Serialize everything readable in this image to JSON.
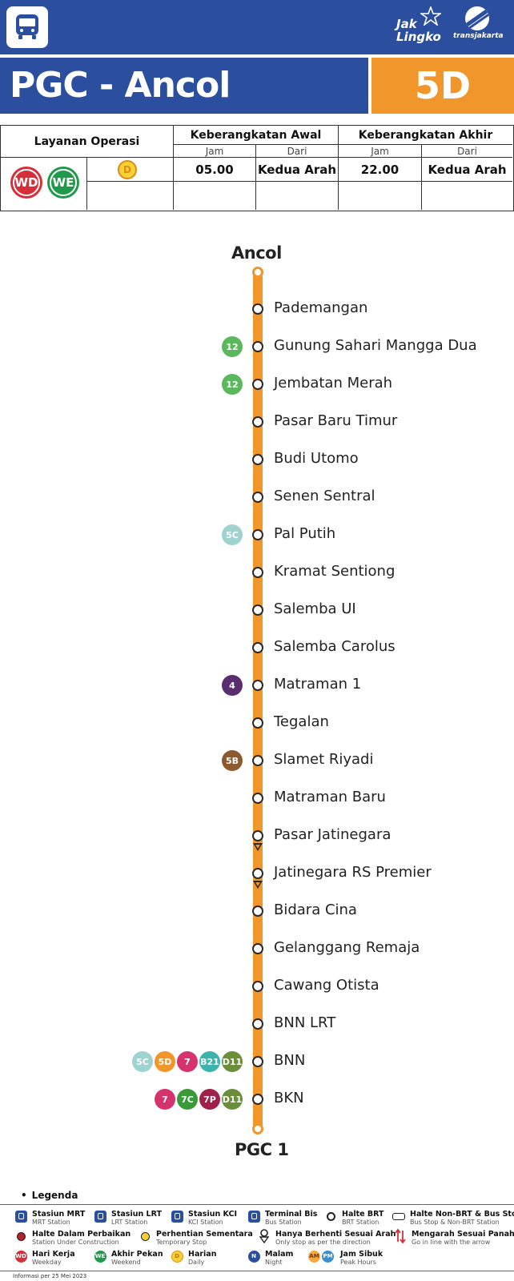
{
  "header": {
    "brand_jak": "Jak",
    "brand_lingko": "Lingko",
    "brand_tj": "transjakarta",
    "route_name": "PGC - Ancol",
    "route_code": "5D",
    "colors": {
      "primary": "#2b4f9e",
      "accent": "#f0962a"
    }
  },
  "schedule": {
    "service_header": "Layanan Operasi",
    "first_header": "Keberangkatan Awal",
    "last_header": "Keberangkatan Akhir",
    "time_label": "Jam",
    "from_label": "Dari",
    "service_badges": [
      {
        "code": "WD",
        "color": "#d62f3a"
      },
      {
        "code": "WE",
        "color": "#1e9a4a"
      }
    ],
    "daily_badge": "D",
    "first_time": "05.00",
    "first_from": "Kedua Arah",
    "last_time": "22.00",
    "last_from": "Kedua Arah"
  },
  "route": {
    "start": "Ancol",
    "end": "PGC 1",
    "stops": [
      {
        "name": "Pademangan",
        "transfers": []
      },
      {
        "name": "Gunung Sahari Mangga Dua",
        "transfers": [
          {
            "code": "12",
            "color": "#5cb85c"
          }
        ]
      },
      {
        "name": "Jembatan Merah",
        "transfers": [
          {
            "code": "12",
            "color": "#5cb85c"
          }
        ]
      },
      {
        "name": "Pasar Baru Timur",
        "transfers": []
      },
      {
        "name": "Budi Utomo",
        "transfers": []
      },
      {
        "name": "Senen Sentral",
        "transfers": []
      },
      {
        "name": "Pal Putih",
        "transfers": [
          {
            "code": "5C",
            "color": "#9fd3cf"
          }
        ]
      },
      {
        "name": "Kramat Sentiong",
        "transfers": []
      },
      {
        "name": "Salemba UI",
        "transfers": []
      },
      {
        "name": "Salemba Carolus",
        "transfers": []
      },
      {
        "name": "Matraman 1",
        "transfers": [
          {
            "code": "4",
            "color": "#5a2d6e"
          }
        ]
      },
      {
        "name": "Tegalan",
        "transfers": []
      },
      {
        "name": "Slamet Riyadi",
        "transfers": [
          {
            "code": "5B",
            "color": "#8c5a2e"
          }
        ]
      },
      {
        "name": "Matraman Baru",
        "transfers": []
      },
      {
        "name": "Pasar Jatinegara",
        "transfers": [],
        "one_way": true
      },
      {
        "name": "Jatinegara RS Premier",
        "transfers": [],
        "one_way": true
      },
      {
        "name": "Bidara Cina",
        "transfers": []
      },
      {
        "name": "Gelanggang Remaja",
        "transfers": []
      },
      {
        "name": "Cawang Otista",
        "transfers": []
      },
      {
        "name": "BNN LRT",
        "transfers": []
      },
      {
        "name": "BNN",
        "transfers": [
          {
            "code": "5C",
            "color": "#9fd3cf"
          },
          {
            "code": "5D",
            "color": "#f0962a"
          },
          {
            "code": "7",
            "color": "#d6336c"
          },
          {
            "code": "B21",
            "color": "#3cb4ae"
          },
          {
            "code": "D11",
            "color": "#6b8e3a"
          }
        ]
      },
      {
        "name": "BKN",
        "transfers": [
          {
            "code": "7",
            "color": "#d6336c"
          },
          {
            "code": "7C",
            "color": "#3a9a3a"
          },
          {
            "code": "7P",
            "color": "#a0204a"
          },
          {
            "code": "D11",
            "color": "#6b8e3a"
          }
        ]
      }
    ]
  },
  "legend": {
    "title": "Legenda",
    "items": [
      {
        "icon": "mrt-station-icon",
        "label": "Stasiun MRT",
        "sub": "MRT Station"
      },
      {
        "icon": "lrt-station-icon",
        "label": "Stasiun LRT",
        "sub": "LRT Station"
      },
      {
        "icon": "kci-station-icon",
        "label": "Stasiun KCI",
        "sub": "KCI Station"
      },
      {
        "icon": "bus-terminal-icon",
        "label": "Terminal Bis",
        "sub": "Bus Station"
      },
      {
        "icon": "brt-stop-icon",
        "label": "Halte BRT",
        "sub": "BRT Station"
      },
      {
        "icon": "non-brt-stop-icon",
        "label": "Halte Non-BRT & Bus Stop",
        "sub": "Bus Stop & Non-BRT Station"
      },
      {
        "icon": "construction-stop-icon",
        "label": "Halte Dalam Perbaikan",
        "sub": "Station Under Construction"
      },
      {
        "icon": "temporary-stop-icon",
        "label": "Perhentian Sementara",
        "sub": "Temporary Stop"
      },
      {
        "icon": "one-way-stop-icon",
        "label": "Hanya Berhenti Sesuai Arah",
        "sub": "Only stop as per the direction"
      },
      {
        "icon": "direction-arrow-icon",
        "label": "Mengarah Sesuai Panah",
        "sub": "Go in line with the arrow"
      },
      {
        "icon": "weekday-icon",
        "badge": "WD",
        "label": "Hari Kerja",
        "sub": "Weekday"
      },
      {
        "icon": "weekend-icon",
        "badge": "WE",
        "label": "Akhir Pekan",
        "sub": "Weekend"
      },
      {
        "icon": "daily-icon",
        "badge": "D",
        "label": "Harian",
        "sub": "Daily"
      },
      {
        "icon": "night-icon",
        "badge": "N",
        "label": "Malam",
        "sub": "Night"
      },
      {
        "icon": "peak-hours-icon",
        "badge": "AM",
        "badge2": "PM",
        "label": "Jam Sibuk",
        "sub": "Peak Hours"
      }
    ]
  },
  "footnote": "Informasi per 25 Mei 2023"
}
